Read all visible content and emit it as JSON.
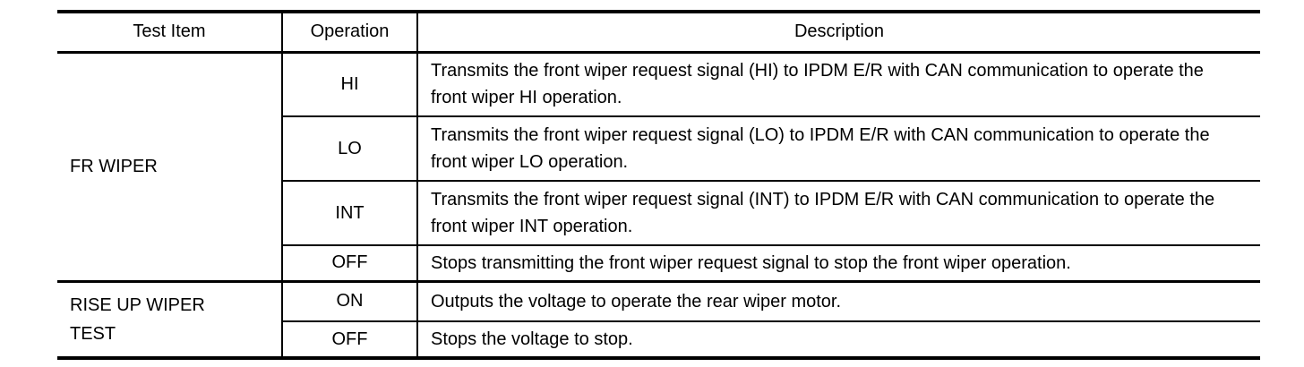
{
  "colors": {
    "text": "#000000",
    "border": "#000000",
    "background": "#ffffff"
  },
  "table": {
    "columns": [
      "Test Item",
      "Operation",
      "Description"
    ],
    "sections": [
      {
        "test_item": "FR WIPER",
        "rows": [
          {
            "operation": "HI",
            "description": "Transmits the front wiper request signal (HI) to IPDM E/R with CAN communication to op­erate the front wiper HI operation."
          },
          {
            "operation": "LO",
            "description": "Transmits the front wiper request signal (LO) to IPDM E/R with CAN communication to operate the front wiper LO operation."
          },
          {
            "operation": "INT",
            "description": "Transmits the front wiper request signal (INT) to IPDM E/R with CAN communication to operate the front wiper INT operation."
          },
          {
            "operation": "OFF",
            "description": "Stops transmitting the front wiper request signal to stop the front wiper operation."
          }
        ]
      },
      {
        "test_item": "RISE UP WIPER TEST",
        "rows": [
          {
            "operation": "ON",
            "description": "Outputs the voltage to operate the rear wiper motor."
          },
          {
            "operation": "OFF",
            "description": "Stops the voltage to stop."
          }
        ]
      }
    ]
  }
}
